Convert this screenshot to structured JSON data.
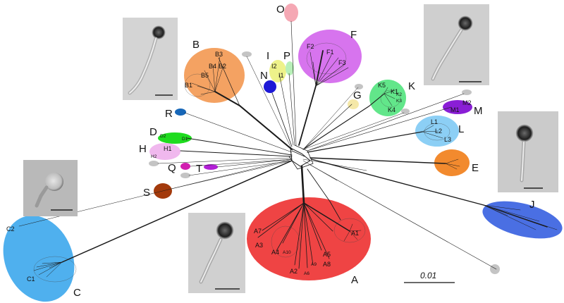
{
  "scale_bar": {
    "label": "0.01"
  },
  "colors": {
    "A": "#ef4444",
    "B": "#f4a262",
    "C": "#4fb0ee",
    "D": "#1fdc1f",
    "E": "#f28a2e",
    "F": "#d774ee",
    "G": "#f5e8a8",
    "H": "#f0b8ee",
    "I": "#eef28a",
    "J": "#4a6fe3",
    "K": "#62e68a",
    "L": "#8ccff5",
    "M": "#8a1ed6",
    "N": "#1d18d6",
    "O": "#f5a8b4",
    "P": "#b8f0b8",
    "Q": "#d11fb0",
    "R": "#1767b8",
    "S": "#a33a0c",
    "T": "#b21fd6",
    "ungrouped": "#c4c4c4"
  },
  "clusters": [
    {
      "letter": "A",
      "subclusters": [
        "A1",
        "A2",
        "A3",
        "A4",
        "A5",
        "A6",
        "A7",
        "A8",
        "A9",
        "A10"
      ]
    },
    {
      "letter": "B",
      "subclusters": [
        "B1",
        "B2",
        "B3",
        "B4",
        "B5"
      ]
    },
    {
      "letter": "C",
      "subclusters": [
        "C1",
        "C2"
      ]
    },
    {
      "letter": "D",
      "subclusters": [
        "D1",
        "D2"
      ]
    },
    {
      "letter": "E",
      "subclusters": []
    },
    {
      "letter": "F",
      "subclusters": [
        "F1",
        "F2",
        "F3"
      ]
    },
    {
      "letter": "G",
      "subclusters": []
    },
    {
      "letter": "H",
      "subclusters": [
        "H1",
        "H2"
      ]
    },
    {
      "letter": "I",
      "subclusters": [
        "I1",
        "I2"
      ]
    },
    {
      "letter": "J",
      "subclusters": []
    },
    {
      "letter": "K",
      "subclusters": [
        "K1",
        "K2",
        "K3",
        "K4",
        "K5"
      ]
    },
    {
      "letter": "L",
      "subclusters": [
        "L1",
        "L2",
        "L3"
      ]
    },
    {
      "letter": "M",
      "subclusters": [
        "M1",
        "M2"
      ]
    },
    {
      "letter": "N",
      "subclusters": []
    },
    {
      "letter": "O",
      "subclusters": []
    },
    {
      "letter": "P",
      "subclusters": []
    },
    {
      "letter": "Q",
      "subclusters": []
    },
    {
      "letter": "R",
      "subclusters": []
    },
    {
      "letter": "S",
      "subclusters": []
    },
    {
      "letter": "T",
      "subclusters": []
    }
  ],
  "micrographs": [
    {
      "name": "siphovirus-long-tail-top-left"
    },
    {
      "name": "siphovirus-long-tail-top-right"
    },
    {
      "name": "siphovirus-long-tail-right"
    },
    {
      "name": "siphovirus-short-tail-left"
    },
    {
      "name": "siphovirus-long-tail-bottom"
    }
  ]
}
